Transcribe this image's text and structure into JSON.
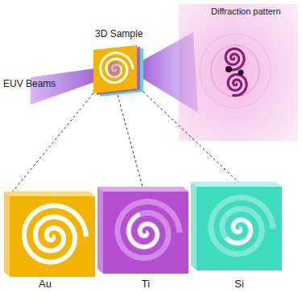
{
  "diagram": {
    "labels": [
      "3D Sample",
      "EUV Beams",
      "Diffraction pattern",
      "Au",
      "Ti",
      "Si"
    ]
  }
}
